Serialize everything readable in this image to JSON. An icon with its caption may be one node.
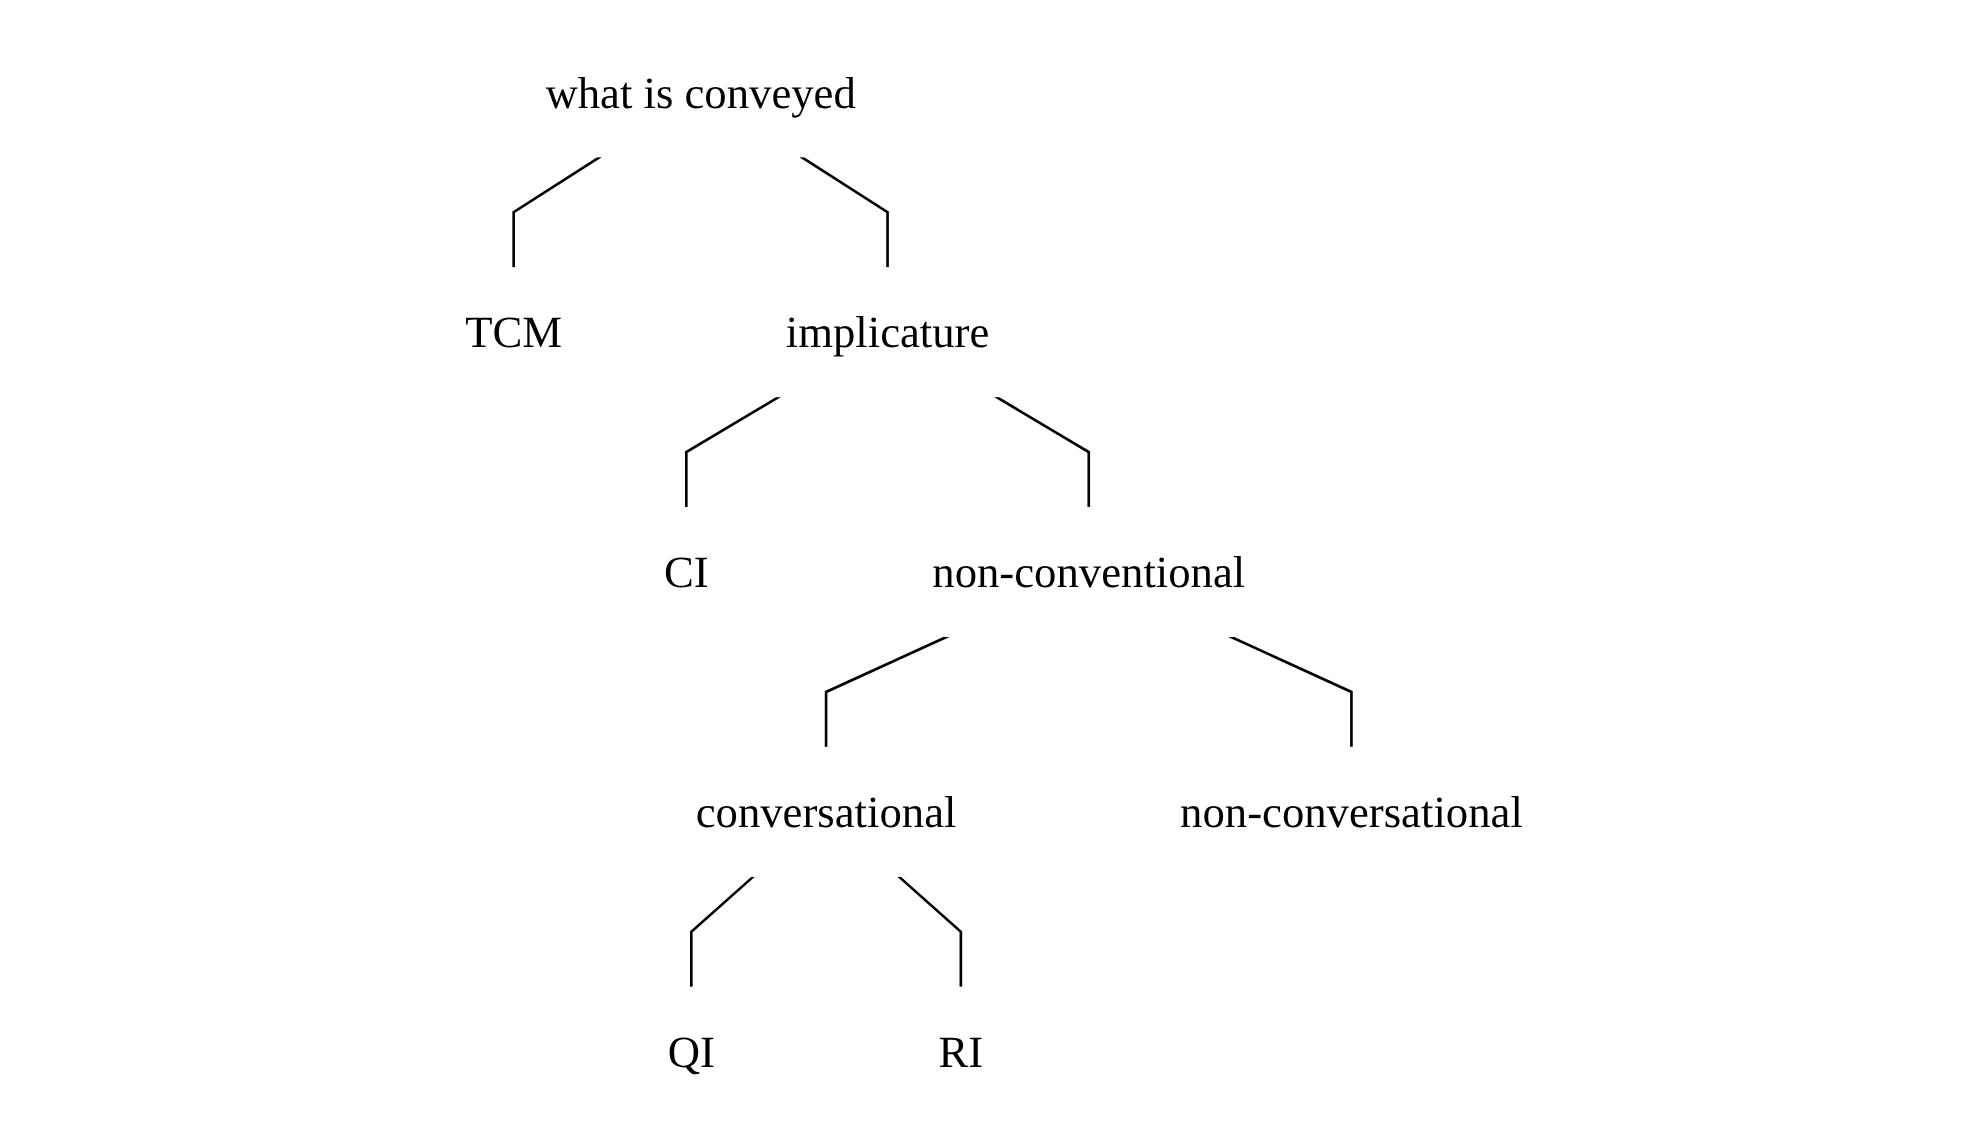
{
  "diagram": {
    "nodes": [
      {
        "text": [
          "what is conveyed"
        ]
      },
      {
        "text": [
          "TCM"
        ]
      },
      {
        "text": [
          "implicature"
        ]
      },
      {
        "text": [
          "CI"
        ]
      },
      {
        "text": [
          "non-conventional"
        ]
      },
      {
        "text": [
          "conversational"
        ]
      },
      {
        "text": [
          "non-conversational"
        ]
      },
      {
        "text": [
          "QI"
        ]
      },
      {
        "text": [
          "RI"
        ]
      }
    ],
    "edges": [
      {
        "from": 0,
        "to": 1,
        "arrow": "none"
      },
      {
        "from": 0,
        "to": 2,
        "arrow": "none"
      },
      {
        "from": 2,
        "to": 3,
        "arrow": "none"
      },
      {
        "from": 2,
        "to": 4,
        "arrow": "none"
      },
      {
        "from": 4,
        "to": 5,
        "arrow": "none"
      },
      {
        "from": 4,
        "to": 6,
        "arrow": "none"
      },
      {
        "from": 5,
        "to": 7,
        "arrow": "none"
      },
      {
        "from": 5,
        "to": 8,
        "arrow": "none"
      }
    ]
  }
}
